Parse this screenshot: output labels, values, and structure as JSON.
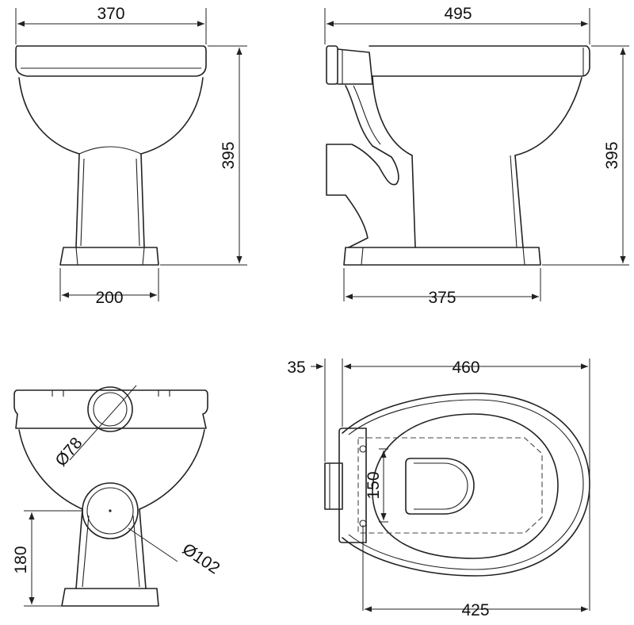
{
  "views": {
    "front": {
      "width_label": "370",
      "height_label": "395",
      "base_label": "200"
    },
    "side": {
      "length_label": "495",
      "height_label": "395",
      "base_label": "375"
    },
    "rear": {
      "inlet_label": "Ø78",
      "outlet_label": "Ø102",
      "outlet_height_label": "180"
    },
    "plan": {
      "offset_label": "35",
      "length_label": "460",
      "seat_label": "150",
      "base_label": "425"
    }
  }
}
